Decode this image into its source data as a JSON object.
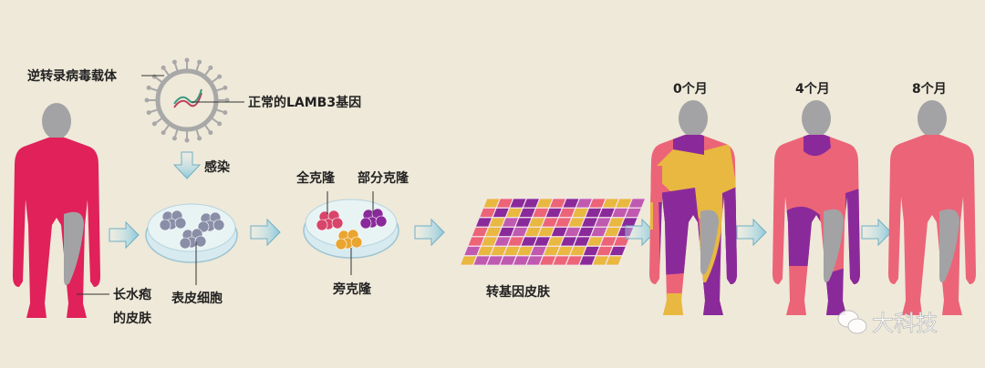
{
  "labels": {
    "retrovirus_vector": "逆转录病毒载体",
    "normal_gene": "正常的LAMB3基因",
    "infection": "感染",
    "blister_skin_line1": "长水疱",
    "blister_skin_line2": "的皮肤",
    "epidermal_cells": "表皮细胞",
    "holoclone": "全克隆",
    "meroclone": "部分克隆",
    "paraclone": "旁克隆",
    "transgenic_skin": "转基因皮肤",
    "month_0": "0个月",
    "month_4": "4个月",
    "month_8": "8个月"
  },
  "watermark": "大科技",
  "colors": {
    "background": "#efe9d9",
    "blister_red": "#e0215a",
    "healthy_pink": "#ec6478",
    "purple": "#8a2a9a",
    "yellow": "#e9b840",
    "gray": "#a3a3a5",
    "arrow": "#9fd0df"
  }
}
